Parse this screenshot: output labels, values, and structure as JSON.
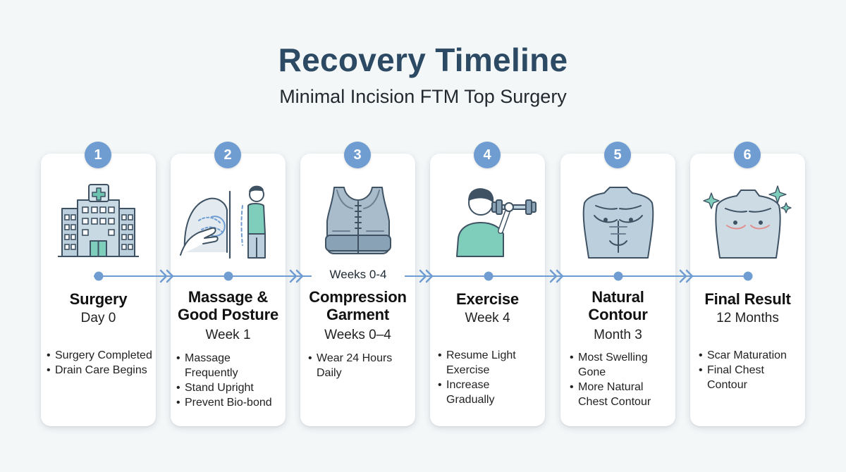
{
  "header": {
    "title": "Recovery Timeline",
    "subtitle": "Minimal Incision FTM Top Surgery"
  },
  "timeline_label": "Weeks 0-4",
  "colors": {
    "accent": "#6f9dd1",
    "title": "#2c4a63",
    "illustration_blue": "#bccfdc",
    "illustration_teal": "#7fcdbb"
  },
  "stages": [
    {
      "number": "1",
      "name": "Surgery",
      "time": "Day 0",
      "icon": "hospital-icon",
      "bullets": [
        "Surgery Completed",
        "Drain Care Begins"
      ]
    },
    {
      "number": "2",
      "name": "Massage & Good Posture",
      "time": "Week 1",
      "icon": "massage-posture-icon",
      "bullets": [
        "Massage Frequently",
        "Stand Upright",
        "Prevent Bio-bond"
      ]
    },
    {
      "number": "3",
      "name": "Compression Garment",
      "time": "Weeks 0–4",
      "icon": "compression-vest-icon",
      "bullets": [
        "Wear 24 Hours Daily"
      ]
    },
    {
      "number": "4",
      "name": "Exercise",
      "time": "Week 4",
      "icon": "dumbbell-person-icon",
      "bullets": [
        "Resume Light Exercise",
        "Increase Gradually"
      ]
    },
    {
      "number": "5",
      "name": "Natural Contour",
      "time": "Month 3",
      "icon": "chest-contour-icon",
      "bullets": [
        "Most Swelling Gone",
        "More Natural Chest Contour"
      ]
    },
    {
      "number": "6",
      "name": "Final Result",
      "time": "12 Months",
      "icon": "final-chest-icon",
      "bullets": [
        "Scar Maturation",
        "Final Chest Contour"
      ]
    }
  ]
}
